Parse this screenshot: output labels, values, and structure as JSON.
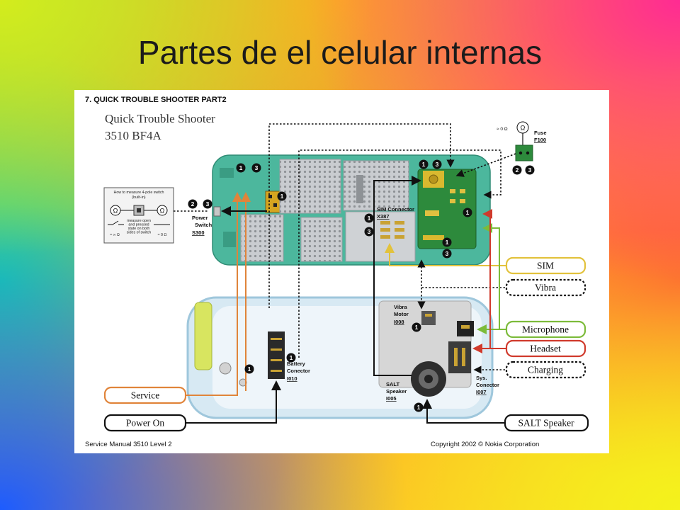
{
  "slide": {
    "title": "Partes de el celular internas"
  },
  "figure": {
    "section_heading": "7. QUICK TROUBLE SHOOTER PART2",
    "doc_title_line1": "Quick Trouble Shooter",
    "doc_title_line2": "3510 BF4A",
    "inset": {
      "line1": "How to measure 4-pole switch",
      "line2": "(built-in)",
      "ohm_symbol": "Ω",
      "note": [
        "measure open",
        "and pressed",
        "state on both",
        "sides of switch"
      ],
      "open_value": "≈ ∞ Ω",
      "closed_value": "≈ 0 Ω"
    },
    "callouts": {
      "sim": "SIM",
      "vibra": "Vibra",
      "microphone": "Microphone",
      "headset": "Headset",
      "charging": "Charging",
      "salt_speaker": "SALT Speaker",
      "service": "Service",
      "power_on": "Power On"
    },
    "components": {
      "power_switch": {
        "line1": "Power",
        "line2": "Switch",
        "ref": "S300"
      },
      "sim_connector": {
        "line1": "SIM Connector",
        "ref": "X387"
      },
      "vibra_motor": {
        "line1": "Vibra",
        "line2": "Motor",
        "ref": "I008"
      },
      "battery_connector": {
        "line1": "Battery",
        "line2": "Conector",
        "ref": "I010"
      },
      "salt_speaker": {
        "line1": "SALT",
        "line2": "Speaker",
        "ref": "I005"
      },
      "sys_connector": {
        "line1": "Sys.",
        "line2": "Conector",
        "ref": "I007"
      },
      "fuse": {
        "line1": "Fuse",
        "ref": "F100",
        "resistance": "≈ 0 Ω",
        "ohm_symbol": "Ω"
      }
    },
    "markers": [
      "1",
      "3",
      "1",
      "2",
      "3",
      "1",
      "3",
      "2",
      "3",
      "1",
      "3",
      "1",
      "1",
      "3",
      "1",
      "1",
      "1",
      "1"
    ],
    "footer": {
      "left": "Service Manual 3510 Level 2",
      "right": "Copyright 2002 © Nokia Corporation"
    }
  },
  "colors": {
    "sim": "#e2c23c",
    "microphone": "#7cbb3a",
    "headset": "#d03a2c",
    "service": "#e0843a",
    "black": "#111111",
    "pcb": "#4cb79d",
    "frame": "#d7e9f3"
  }
}
